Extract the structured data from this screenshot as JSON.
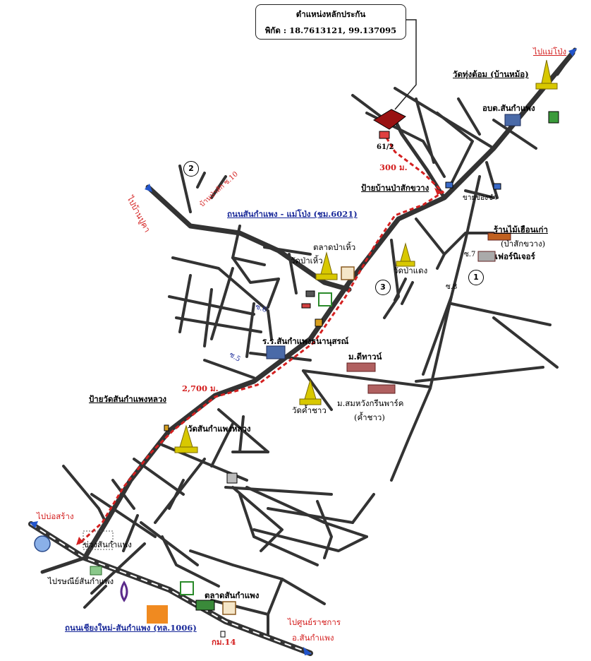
{
  "info_box": {
    "title": "ตำแหน่งหลักประกัน",
    "coords": "พิกัด : 18.7613121, 99.137095"
  },
  "roads": {
    "main_road_label": "ถนนสันกำแพง - แม่โป่ง (ชม.6021)",
    "highway_label": "ถนนเชียงใหม่-สันกำแพง (ทล.1006)",
    "km_marker": "กม.14",
    "soi_10": "บ้านป่าสัก ซ.10",
    "soi_6": "ซ.6",
    "soi_5": "ซ.5",
    "soi_7": "ซ.7",
    "soi_8": "ซ.8"
  },
  "distances": {
    "d300": "300 ม.",
    "d2700": "2,700 ม."
  },
  "markers": {
    "house_no": "61/2",
    "circle_1": "1",
    "circle_2": "2",
    "circle_3": "3"
  },
  "directions": {
    "to_mae_pong": "ไปแม่โป่ง",
    "to_ban_pong_nai": "ไปบ้านปูคา",
    "to_bor_sang": "ไปบ่อสร้าง",
    "to_gov_center_1": "ไปศูนย์ราชการ",
    "to_gov_center_2": "อ.สันกำแพง"
  },
  "places": {
    "wat_thung_tom": "วัดทุ่งต้อม (บ้านหม้อ)",
    "sao_san_kamphaeng": "อบต.สันกำแพง",
    "bus_stop_pa_sak": "ป้ายบ้านป่าสักขวาง",
    "market_stall": "ขายของชำ",
    "old_wood_shop": "ร้านไม้เฮือนเก่า",
    "old_wood_shop_2": "(ป่าสักขวาง)",
    "furniture_shop": "เฟอร์นิเจอร์",
    "wat_pa_daeng": "วัดป่าแดง",
    "pa_hiew_market": "ตลาดป่าเหิ้ว",
    "wat_pa_hiew": "วัดป่าเหิ้ว",
    "school": "ร.ร.สันกำแพงธนานุสรณ์",
    "m_dee_town": "ม.ดีทาวน์",
    "wat_kham_chao": "วัดค้ำชาว",
    "m_somwang": "ม.สมหวังกรีนพาร์ค",
    "m_somwang_2": "(ค้ำชาว)",
    "bus_stop_wat_sk": "ป้ายวัดสันกำแพงหลวง",
    "wat_sk_luang": "วัดสันกำแพงหลวง",
    "khuang_sk": "ข่วงสันกำแพง",
    "post_office": "ไปรษณีย์สันกำแพง",
    "sk_market": "ตลาดสันกำแพง"
  },
  "colors": {
    "road": "#333333",
    "route": "#d42020",
    "temple": "#d8c800",
    "highway_label": "#1a2a9a",
    "direction_arrow": "#2255cc"
  },
  "icons": {
    "temple": "temple-icon",
    "building": "building-icon",
    "market": "market-bag-icon",
    "store": "convenience-store-icon",
    "bank": "bank-icon",
    "post": "mail-icon",
    "police": "police-emblem-icon",
    "bus_stop": "bus-stop-icon"
  }
}
